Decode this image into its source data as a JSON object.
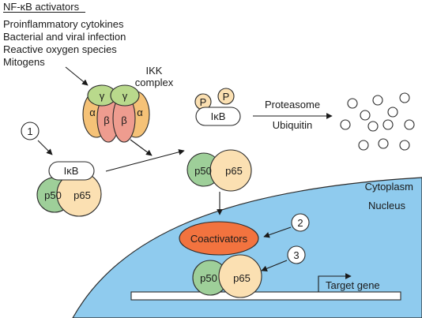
{
  "activators": {
    "title": "NF-κB activators",
    "items": [
      "Proinflammatory cytokines",
      "Bacterial and viral infection",
      "Reactive oxygen species",
      "Mitogens"
    ]
  },
  "ikk": {
    "label_line1": "IKK",
    "label_line2": "complex",
    "gamma": "γ",
    "alpha": "α",
    "beta": "β"
  },
  "molecules": {
    "ikb": "IκB",
    "p50": "p50",
    "p65": "p65",
    "phospho": "P",
    "coactivators": "Coactivators"
  },
  "degradation": {
    "proteasome": "Proteasome",
    "ubiquitin": "Ubiquitin"
  },
  "compartments": {
    "cytoplasm": "Cytoplasm",
    "nucleus": "Nucleus"
  },
  "gene": {
    "label": "Target gene"
  },
  "steps": [
    "1",
    "2",
    "3"
  ],
  "colors": {
    "nucleus": "#8fcbee",
    "ikk_gamma": "#b9d98c",
    "ikk_alpha": "#f5c277",
    "ikk_beta": "#ee9c8f",
    "p50": "#9ecf99",
    "p65": "#fbe0b2",
    "coactivators": "#f2733f"
  }
}
